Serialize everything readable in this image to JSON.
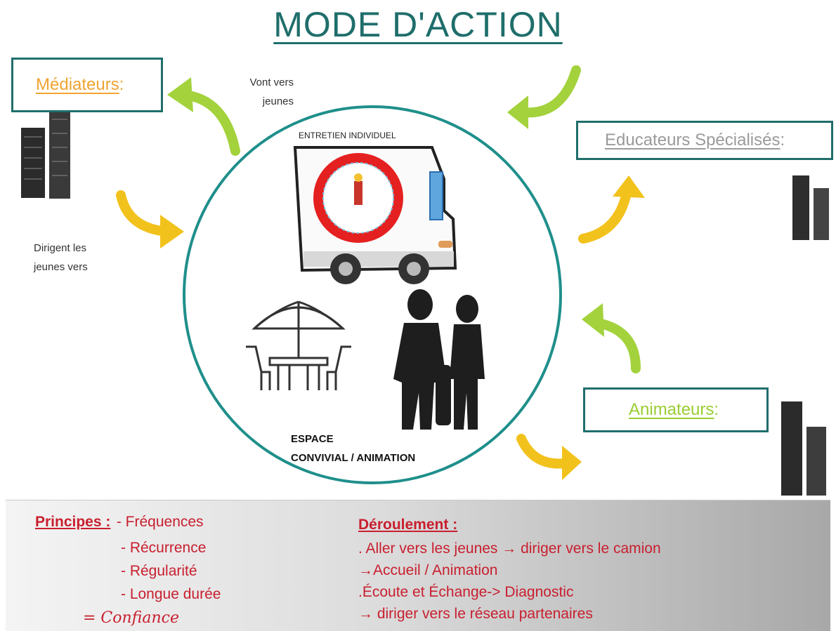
{
  "title": "MODE D'ACTION",
  "roles": {
    "mediateurs": {
      "label": "Médiateurs",
      "suffix": " :"
    },
    "educateurs": {
      "label": "Educateurs Spécialisés",
      "suffix": " :"
    },
    "animateurs": {
      "label": "Animateurs",
      "suffix": " :"
    }
  },
  "arrows_text": {
    "vont_line1": "Vont vers",
    "vont_line2": "jeunes",
    "dirigent_line1": "Dirigent les",
    "dirigent_line2": "jeunes vers"
  },
  "center": {
    "entretien": "ENTRETIEN INDIVIDUEL",
    "espace_line1": "ESPACE",
    "espace_line2": "CONVIVIAL / ANIMATION"
  },
  "principes": {
    "heading": "Principes :",
    "items": [
      "- Fréquences",
      "- Récurrence",
      "- Régularité",
      "- Longue durée"
    ],
    "result": "= Confiance"
  },
  "deroulement": {
    "heading": "Déroulement :",
    "lines": [
      ". Aller vers les jeunes → diriger vers le camion",
      "→Accueil / Animation",
      ".Écoute et Échange-> Diagnostic",
      "→ diriger vers le réseau partenaires"
    ]
  },
  "colors": {
    "teal": "#1f6e6b",
    "orange": "#f0a430",
    "grey_label": "#9a9a9a",
    "green_label": "#9acd32",
    "arrow_green": "#a3d23c",
    "arrow_yellow": "#f2c21c",
    "red_text": "#c81f2f"
  }
}
